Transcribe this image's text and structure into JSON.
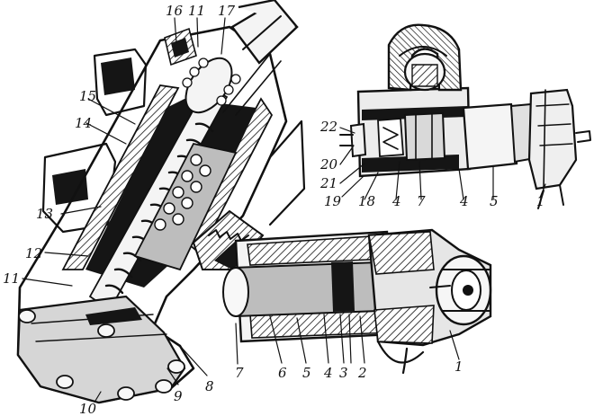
{
  "figure": {
    "callouts": {
      "n1": "1",
      "n2": "2",
      "n3": "3",
      "n4": "4",
      "n5": "5",
      "n6": "6",
      "n7": "7",
      "n8": "8",
      "n9": "9",
      "n10": "10",
      "n11": "11",
      "n12": "12",
      "n13": "13",
      "n14": "14",
      "n15": "15",
      "n16": "16",
      "n17": "17",
      "n18": "18",
      "n19": "19",
      "n20": "20",
      "n21": "21",
      "n22": "22"
    }
  }
}
